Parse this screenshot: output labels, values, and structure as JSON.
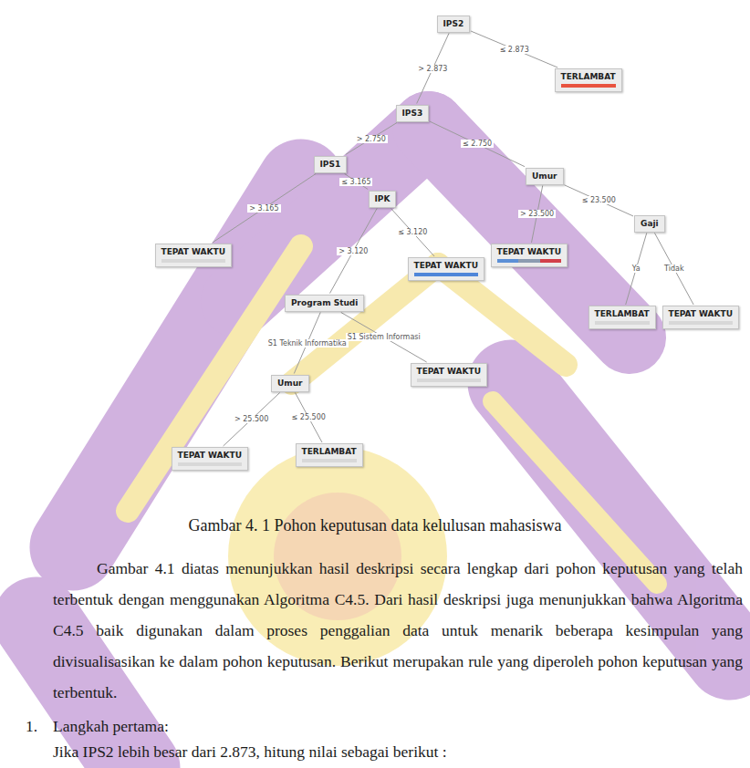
{
  "diagram": {
    "caption": "Gambar 4. 1 Pohon keputusan data kelulusan mahasiswa",
    "nodes": [
      {
        "text": [
          "IPS2"
        ]
      },
      {
        "text": [
          "IPS3"
        ]
      },
      {
        "text": [
          "TERLAMBAT"
        ]
      },
      {
        "text": [
          "IPS1"
        ]
      },
      {
        "text": [
          "Umur"
        ]
      },
      {
        "text": [
          "IPK"
        ]
      },
      {
        "text": [
          "Gaji"
        ]
      },
      {
        "text": [
          "TEPAT WAKTU"
        ]
      },
      {
        "text": [
          "TEPAT WAKTU"
        ]
      },
      {
        "text": [
          "TEPAT WAKTU"
        ]
      },
      {
        "text": [
          "Program Studi"
        ]
      },
      {
        "text": [
          "TERLAMBAT"
        ]
      },
      {
        "text": [
          "TEPAT WAKTU"
        ]
      },
      {
        "text": [
          "TEPAT WAKTU"
        ]
      },
      {
        "text": [
          "Umur"
        ]
      },
      {
        "text": [
          "TEPAT WAKTU"
        ]
      },
      {
        "text": [
          "TERLAMBAT"
        ]
      }
    ],
    "edges": [
      {
        "from": 0,
        "to": 1,
        "arrow": "none",
        "label": "> 2.873"
      },
      {
        "from": 0,
        "to": 2,
        "arrow": "none",
        "label": "≤ 2.873"
      },
      {
        "from": 1,
        "to": 3,
        "arrow": "none",
        "label": "> 2.750"
      },
      {
        "from": 1,
        "to": 4,
        "arrow": "none",
        "label": "≤ 2.750"
      },
      {
        "from": 3,
        "to": 7,
        "arrow": "none",
        "label": "> 3.165"
      },
      {
        "from": 3,
        "to": 5,
        "arrow": "none",
        "label": "≤ 3.165"
      },
      {
        "from": 4,
        "to": 8,
        "arrow": "none",
        "label": "> 23.500"
      },
      {
        "from": 4,
        "to": 6,
        "arrow": "none",
        "label": "≤ 23.500"
      },
      {
        "from": 5,
        "to": 10,
        "arrow": "none",
        "label": "> 3.120"
      },
      {
        "from": 5,
        "to": 9,
        "arrow": "none",
        "label": "≤ 3.120"
      },
      {
        "from": 6,
        "to": 11,
        "arrow": "none",
        "label": "Ya"
      },
      {
        "from": 6,
        "to": 12,
        "arrow": "none",
        "label": "Tidak"
      },
      {
        "from": 10,
        "to": 14,
        "arrow": "none",
        "label": "S1 Teknik Informatika"
      },
      {
        "from": 10,
        "to": 13,
        "arrow": "none",
        "label": "S1 Sistem Informasi"
      },
      {
        "from": 14,
        "to": 15,
        "arrow": "none",
        "label": "> 25.500"
      },
      {
        "from": 14,
        "to": 16,
        "arrow": "none",
        "label": "≤ 25.500"
      }
    ],
    "labels": [
      "Gambar 4.1 diatas menunjukkan hasil deskripsi secara lengkap dari pohon keputusan yang telah terbentuk dengan menggunakan Algoritma C4.5. Dari hasil deskripsi juga menunjukkan bahwa Algoritma C4.5 baik digunakan dalam proses penggalian data untuk menarik beberapa kesimpulan yang divisualisasikan ke dalam pohon keputusan. Berikut merupakan rule yang diperoleh pohon keputusan yang terbentuk.",
      "1.",
      "Langkah pertama:",
      "Jika IPS2 lebih besar dari 2.873, hitung nilai sebagai berikut :"
    ]
  }
}
